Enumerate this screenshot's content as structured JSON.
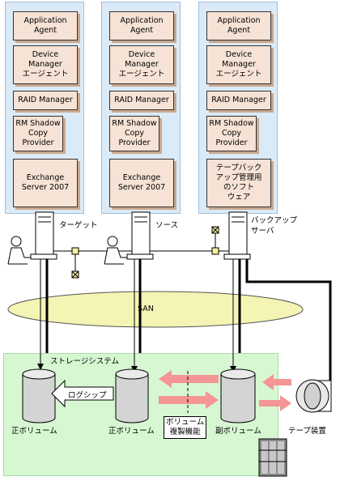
{
  "servers": [
    {
      "label": "ターゲット",
      "boxes": [
        "Application\nAgent",
        "Device\nManager\nエージェント",
        "RAID Manager",
        "RM Shadow\nCopy\nProvider",
        "Exchange\nServer 2007"
      ]
    },
    {
      "label": "ソース",
      "boxes": [
        "Application\nAgent",
        "Device\nManager\nエージェント",
        "RAID Manager",
        "RM Shadow\nCopy\nProvider",
        "Exchange\nServer 2007"
      ]
    },
    {
      "label": "バックアップ\nサーバ",
      "boxes": [
        "Application\nAgent",
        "Device\nManager\nエージェント",
        "RAID Manager",
        "RM Shadow\nCopy\nProvider",
        "テープバック\nアップ管理用\nのソフト\nウェア"
      ]
    }
  ],
  "san_label": "SAN",
  "storage": {
    "title": "ストレージシステム",
    "volume_primary_target": "正ボリューム",
    "log_ship": "ログシップ",
    "volume_primary_source": "正ボリューム",
    "replication": "ボリューム\n複製機能",
    "volume_secondary": "副ボリューム"
  },
  "tape_label": "テープ装置"
}
